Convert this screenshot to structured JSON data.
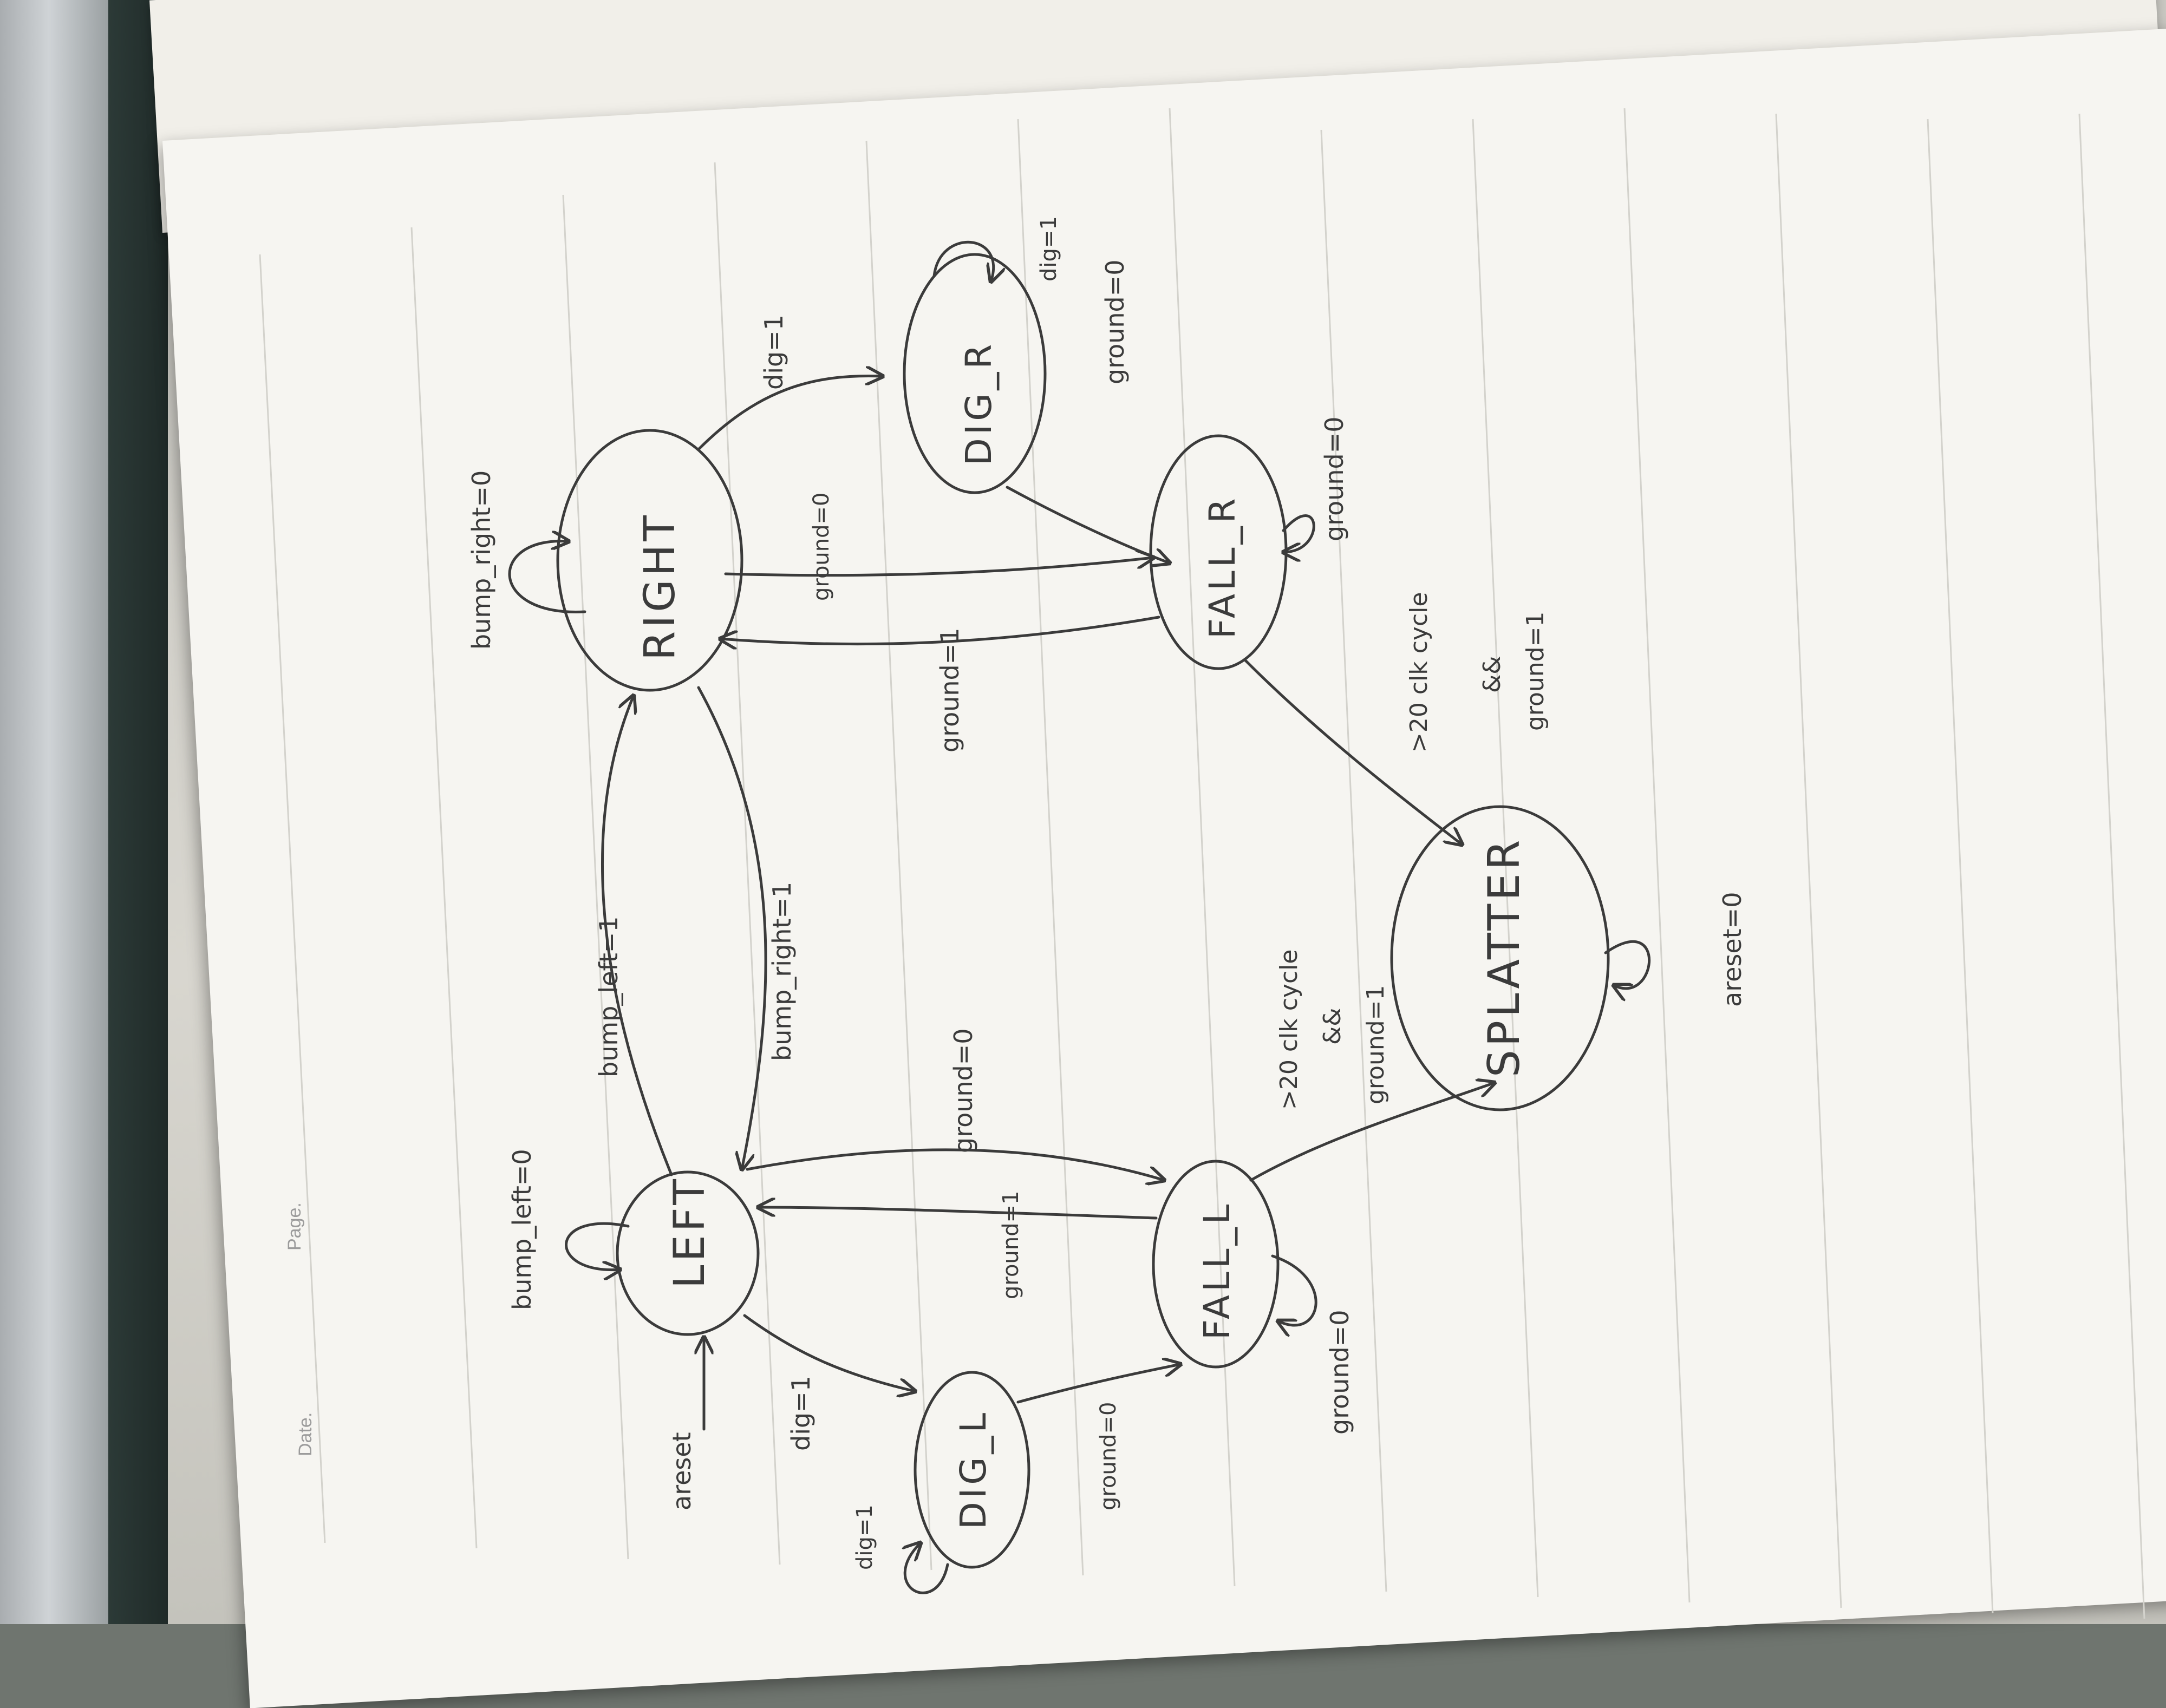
{
  "header": {
    "date_label": "Date.",
    "page_label": "Page."
  },
  "states": {
    "left": "LEFT",
    "right": "RIGHT",
    "dig_l": "DIG_L",
    "dig_r": "DIG_R",
    "fall_l": "FALL_L",
    "fall_r": "FALL_R",
    "splatter": "SPLATTER"
  },
  "transitions": {
    "areset": "areset",
    "bump_left_0": "bump_left=0",
    "bump_right_0": "bump_right=0",
    "bump_left_1": "bump_left=1",
    "bump_right_1": "bump_right=1",
    "dig_1_left": "dig=1",
    "dig_1_right": "dig=1",
    "dig_1_self_l": "dig=1",
    "dig_1_self_r": "dig=1",
    "ground_0_left": "ground=0",
    "ground_0_right": "ground=0",
    "ground_0_digl": "ground=0",
    "ground_0_digr": "ground=0",
    "ground_0_fall_l": "ground=0",
    "ground_0_fall_r": "ground=0",
    "ground_1_fall_l": "ground=1",
    "ground_1_fall_r": "ground=1",
    "cycles_l_1": ">20 clk cycle",
    "cycles_l_2": "&&",
    "cycles_l_3": "ground=1",
    "cycles_r_1": ">20 clk cycle",
    "cycles_r_2": "&&",
    "cycles_r_3": "ground=1",
    "areset_0": "areset=0"
  },
  "colors": {
    "ink": "#3b3b3b",
    "paper": "#f6f5f1",
    "rule": "#d3d2cc"
  }
}
